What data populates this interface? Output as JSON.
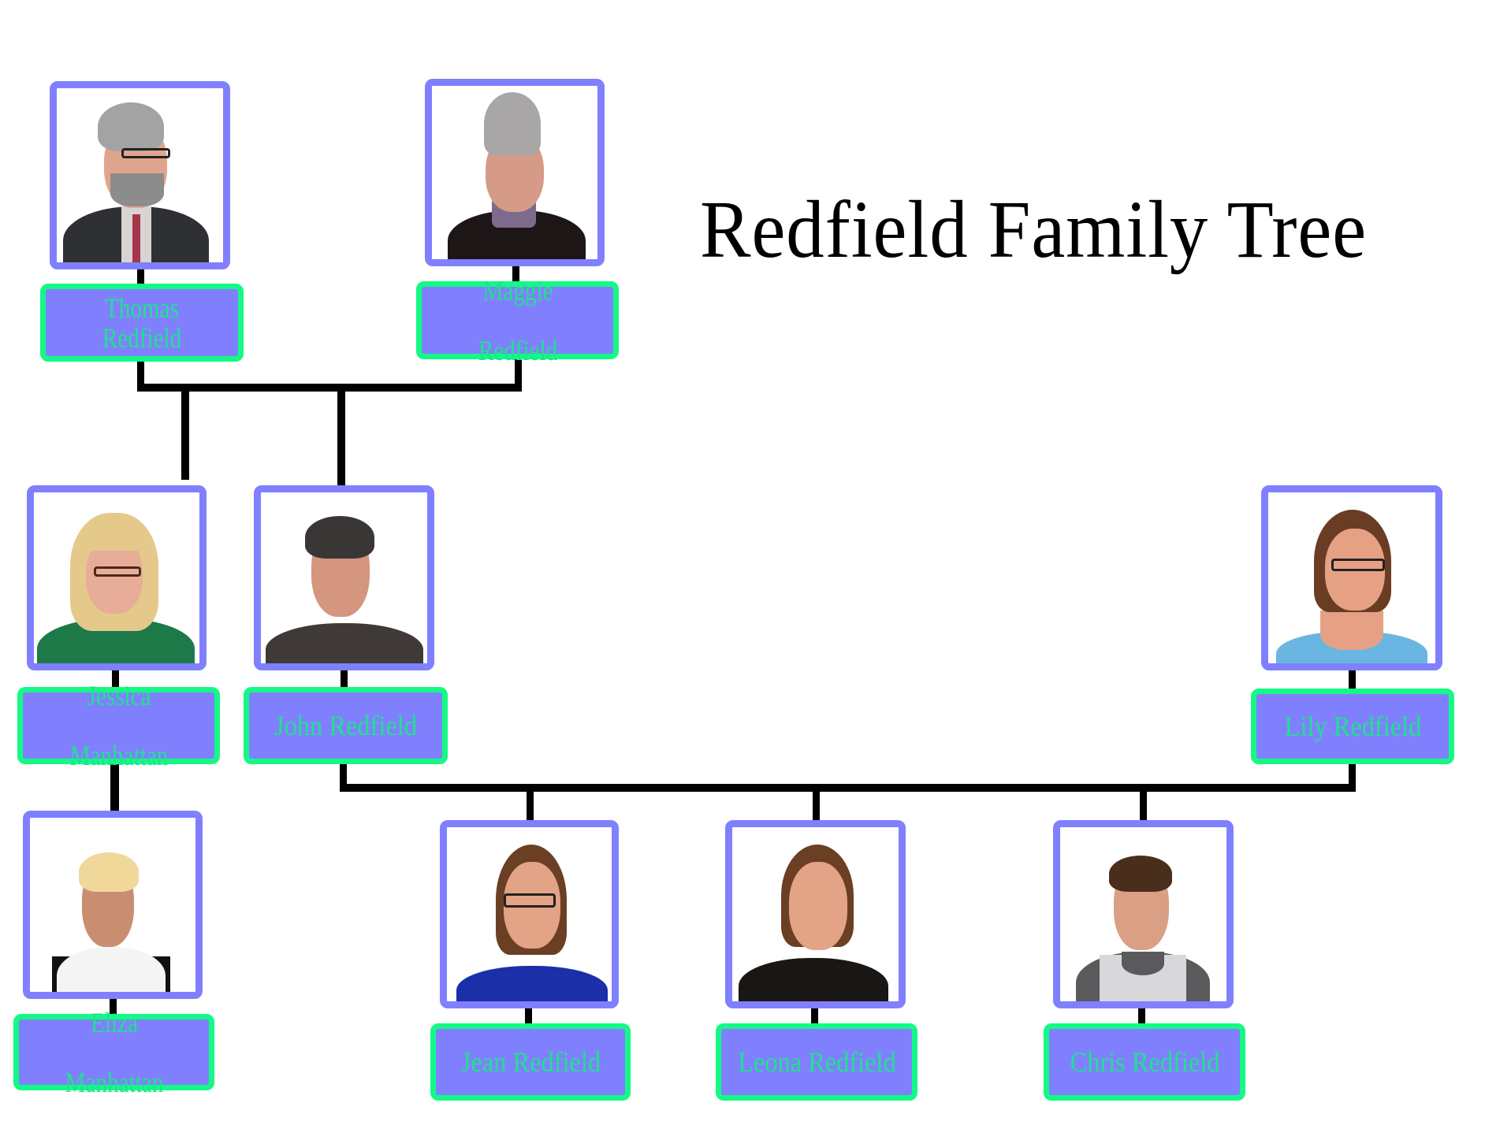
{
  "title": "Redfield Family Tree",
  "colors": {
    "frame": "#8080ff",
    "label_fill": "#8080ff",
    "label_border": "#14f986",
    "label_text": "#1ee38c",
    "connector": "#000000"
  },
  "members": {
    "thomas": {
      "line1": "Thomas",
      "line2": "Redfield",
      "generation": "grandparent",
      "portrait": "elderly man with grey hair, beard, glasses, dark suit, red tie"
    },
    "maggie": {
      "line1": "Maggie",
      "line2": "Redfield",
      "generation": "grandparent",
      "portrait": "elderly woman with grey hair bun, purple turtleneck, black vest"
    },
    "jessica": {
      "line1": "Jessica",
      "line2": "Manhattan",
      "generation": "parent",
      "portrait": "blonde woman with glasses, green blazer"
    },
    "john": {
      "line1": "John Redfield",
      "line2": "",
      "generation": "parent",
      "portrait": "man with dark hair, dark grey t-shirt"
    },
    "lily": {
      "line1": "Lily Redfield",
      "line2": "",
      "generation": "parent",
      "portrait": "brown-haired woman with glasses, light blue top"
    },
    "eliza": {
      "line1": "Eliza",
      "line2": "Manhattan",
      "generation": "child",
      "portrait": "blonde child, white top over black shirt"
    },
    "jean": {
      "line1": "Jean Redfield",
      "line2": "",
      "generation": "child",
      "portrait": "brown-haired woman with glasses, blue blouse"
    },
    "leona": {
      "line1": "Leona Redfield",
      "line2": "",
      "generation": "child",
      "portrait": "brown-haired woman, black blouse"
    },
    "chris": {
      "line1": "Chris Redfield",
      "line2": "",
      "generation": "child",
      "portrait": "boy with brown hair, camo vest over grey shirt"
    }
  },
  "relationships": [
    {
      "parents": [
        "Thomas Redfield",
        "Maggie Redfield"
      ],
      "children": [
        "Jessica Manhattan",
        "John Redfield"
      ]
    },
    {
      "parents": [
        "Jessica Manhattan"
      ],
      "children": [
        "Eliza Manhattan"
      ]
    },
    {
      "parents": [
        "John Redfield",
        "Lily Redfield"
      ],
      "children": [
        "Jean Redfield",
        "Leona Redfield",
        "Chris Redfield"
      ]
    }
  ]
}
